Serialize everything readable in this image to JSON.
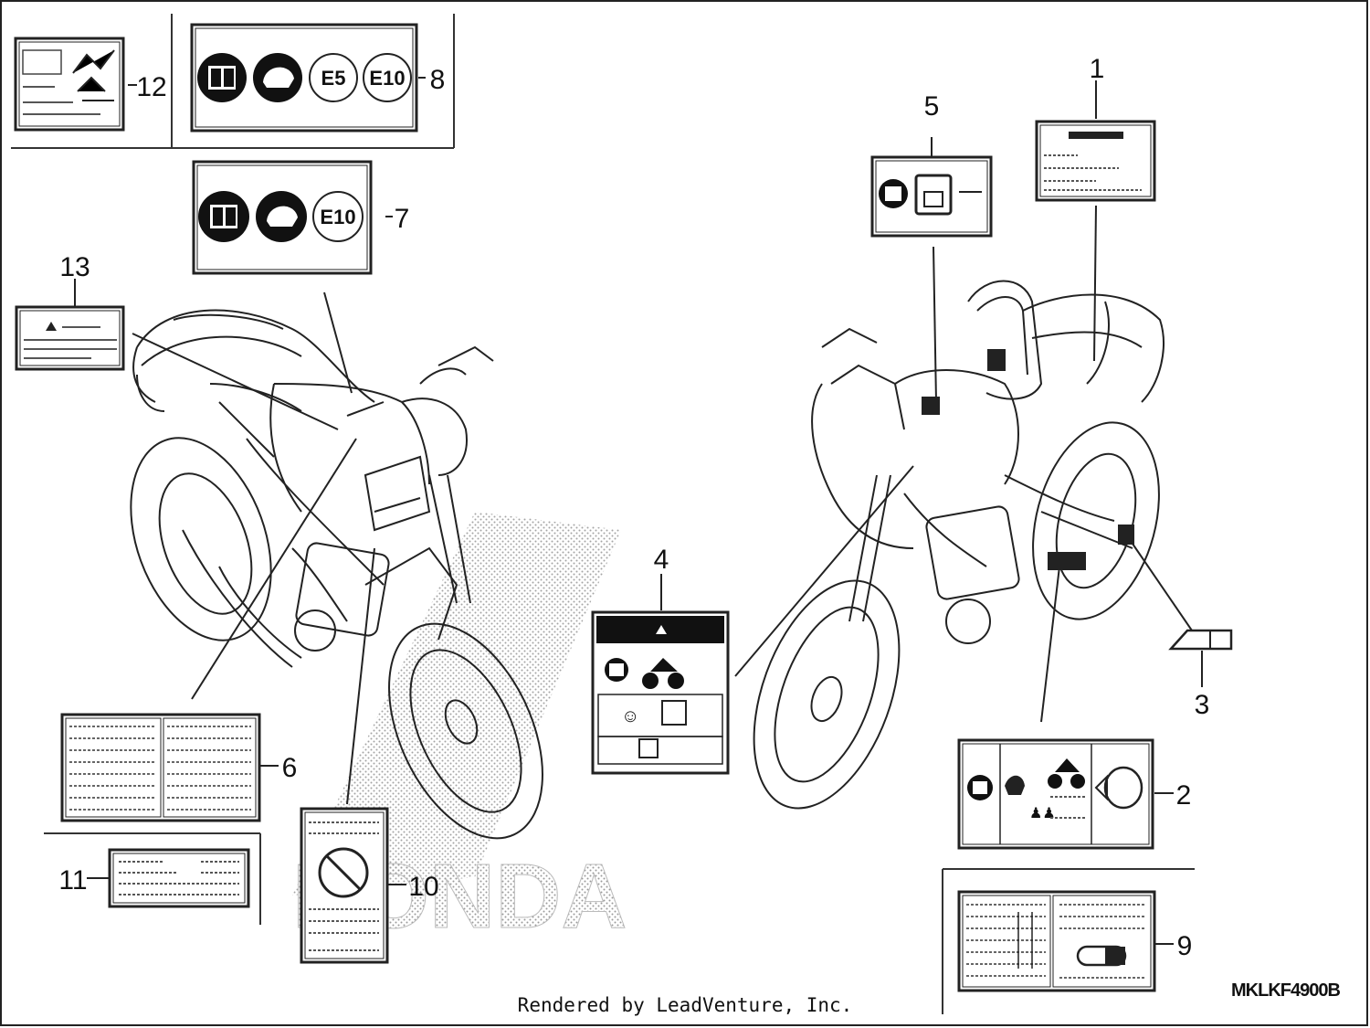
{
  "diagram": {
    "callouts": {
      "c1": "1",
      "c2": "2",
      "c3": "3",
      "c4": "4",
      "c5": "5",
      "c6": "6",
      "c7": "7",
      "c8": "8",
      "c9": "9",
      "c10": "10",
      "c11": "11",
      "c12": "12",
      "c13": "13"
    },
    "label7": {
      "e10": "E10"
    },
    "label8": {
      "e5": "E5",
      "e10": "E10"
    },
    "watermark": "HONDA"
  },
  "footer": {
    "rendered_by": "Rendered by LeadVenture, Inc.",
    "diagram_code": "MKLKF4900B"
  }
}
